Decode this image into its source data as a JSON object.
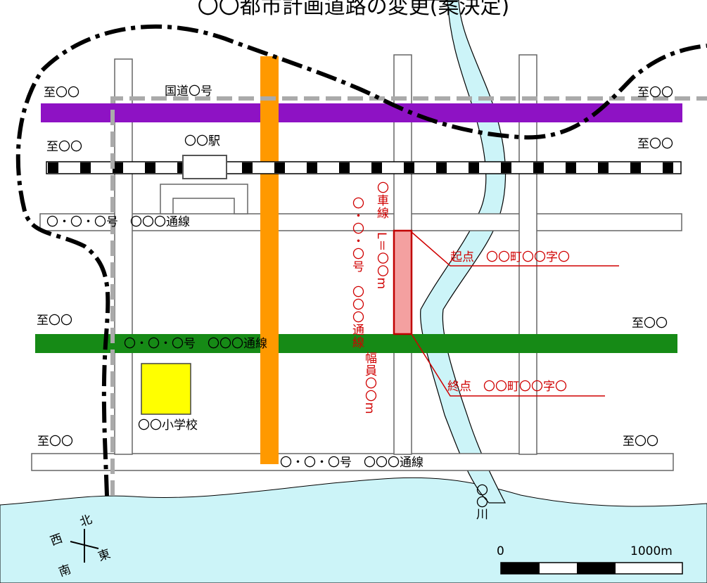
{
  "map": {
    "title": "〇〇都市計画道路の変更(案決定)",
    "colors": {
      "national_route": "#8e12c4",
      "green_route": "#168a16",
      "orange_route": "#ff9900",
      "river": "#ccf4f8",
      "sea": "#ccf4f8",
      "railway_dark": "#000000",
      "changed_segment": "#f4a0a0",
      "changed_segment_border": "#c00000",
      "annotation": "#d00000",
      "school": "#ffff00",
      "city_boundary_black": "#000000",
      "city_boundary_gray": "#aaaaaa"
    },
    "labels": {
      "to_nw_top": "至〇〇",
      "to_ne_top": "至〇〇",
      "to_w_rail": "至〇〇",
      "to_e_rail": "至〇〇",
      "to_w_mid": "至〇〇",
      "to_e_mid": "至〇〇",
      "to_w_bottom": "至〇〇",
      "to_e_bottom": "至〇〇",
      "national_route": "国道〇号",
      "station": "〇〇駅",
      "road_upper": "〇・〇・〇号　〇〇〇通線",
      "road_green": "〇・〇・〇号　〇〇〇通線",
      "road_bottom": "〇・〇・〇号　〇〇〇通線",
      "school": "〇〇小学校",
      "river": "〇〇川",
      "start_point": "起点　〇〇町〇〇字〇",
      "end_point": "終点　〇〇町〇〇字〇",
      "changed_route_name": "〇・〇・〇号　〇〇〇通線",
      "changed_route_spec": "〇車線　L＝〇〇m",
      "changed_route_width": "幅員〇〇m"
    },
    "compass": {
      "north": "北",
      "south": "南",
      "east": "東",
      "west": "西"
    },
    "scale": {
      "zero": "0",
      "max": "1000m"
    }
  }
}
